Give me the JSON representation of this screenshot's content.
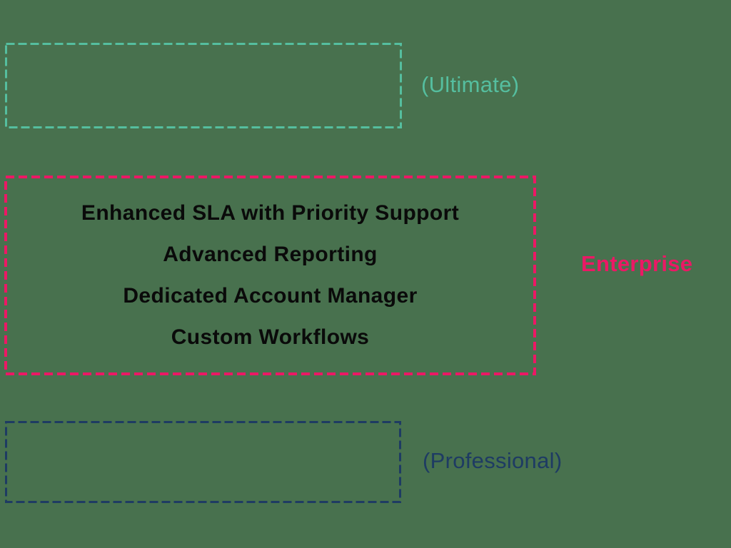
{
  "background_color": "#48714E",
  "diagram": {
    "boxes": {
      "ultimate": {
        "label": "(Ultimate)",
        "color": "#55BE9F",
        "features": []
      },
      "enterprise": {
        "label": "Enterprise",
        "color": "#EC1865",
        "features": [
          "Enhanced SLA with Priority Support",
          "Advanced Reporting",
          "Dedicated Account Manager",
          "Custom Workflows"
        ],
        "features_text_color": "#0A0A0A"
      },
      "professional": {
        "label": "(Professional)",
        "color": "#1E3B63",
        "features": []
      }
    }
  }
}
